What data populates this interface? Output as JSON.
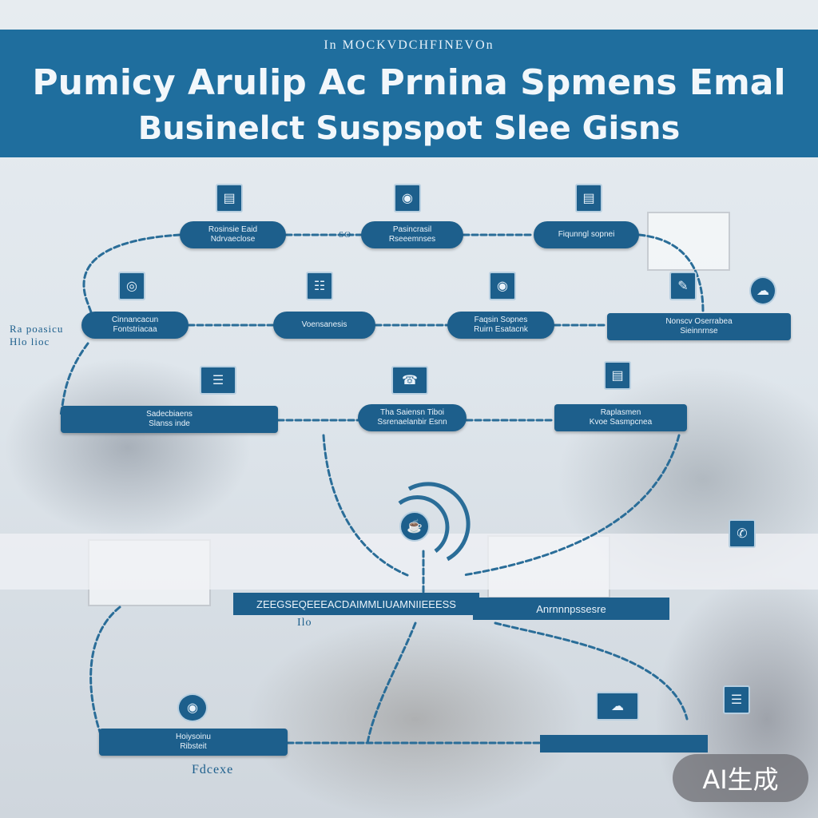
{
  "header": {
    "kicker": "In MOCKVDCHFINEVOn",
    "title_line1": "Pumicy Arulip Ac Prnina Spmens Emal",
    "title_line2": "Businelct Suspspot  Slee Gisns"
  },
  "nodes": [
    {
      "id": "n1",
      "lines": [
        "Rosinsie Eaid",
        "Ndrvaeclose"
      ]
    },
    {
      "id": "n2",
      "lines": [
        "Pasincrasil",
        "Rseeemnses"
      ]
    },
    {
      "id": "n3",
      "lines": [
        "Fiqunngl sopnei"
      ]
    },
    {
      "id": "n4",
      "lines": [
        "Cinnancacun",
        "Fontstriacaa"
      ]
    },
    {
      "id": "n5",
      "lines": [
        "Voensanesis"
      ]
    },
    {
      "id": "n6",
      "lines": [
        "Faqsin Sopnes",
        "Ruirn Esatacnk"
      ]
    },
    {
      "id": "n7",
      "lines": [
        "Nonscv Oserrabea",
        "Sieinnrnse"
      ]
    },
    {
      "id": "n8",
      "lines": [
        "Sadecbiaens",
        "Slanss inde"
      ]
    },
    {
      "id": "n9",
      "lines": [
        "Tha Saiensn Tiboi",
        "Ssrenaelanbir Esnn"
      ]
    },
    {
      "id": "n10",
      "lines": [
        "Raplasmen",
        "Kvoe Sasmpcnea"
      ]
    },
    {
      "id": "n11",
      "lines": [
        "Hoiysoinu",
        "Ribsteit"
      ]
    }
  ],
  "labels": {
    "left_side": "Ra poasicu Hlo lioc",
    "dash_1": "SO",
    "bottom_left": "Fdcexe"
  },
  "bars": {
    "main": "ZEEGSEQEEEACDAIMMLIUAMNIIEEESS",
    "main_sub": "Ilo",
    "right_bar": "Anrnnnpssesre"
  },
  "badge": "AI生成",
  "colors": {
    "banner": "#1f6e9e",
    "node": "#1d5f8c",
    "line": "#2a6d98"
  },
  "icons": [
    "bar-chart-icon",
    "lock-icon",
    "gear-icon",
    "fingerprint-icon",
    "shield-icon",
    "document-icon",
    "cloud-icon",
    "headset-icon",
    "phone-icon",
    "server-icon"
  ]
}
